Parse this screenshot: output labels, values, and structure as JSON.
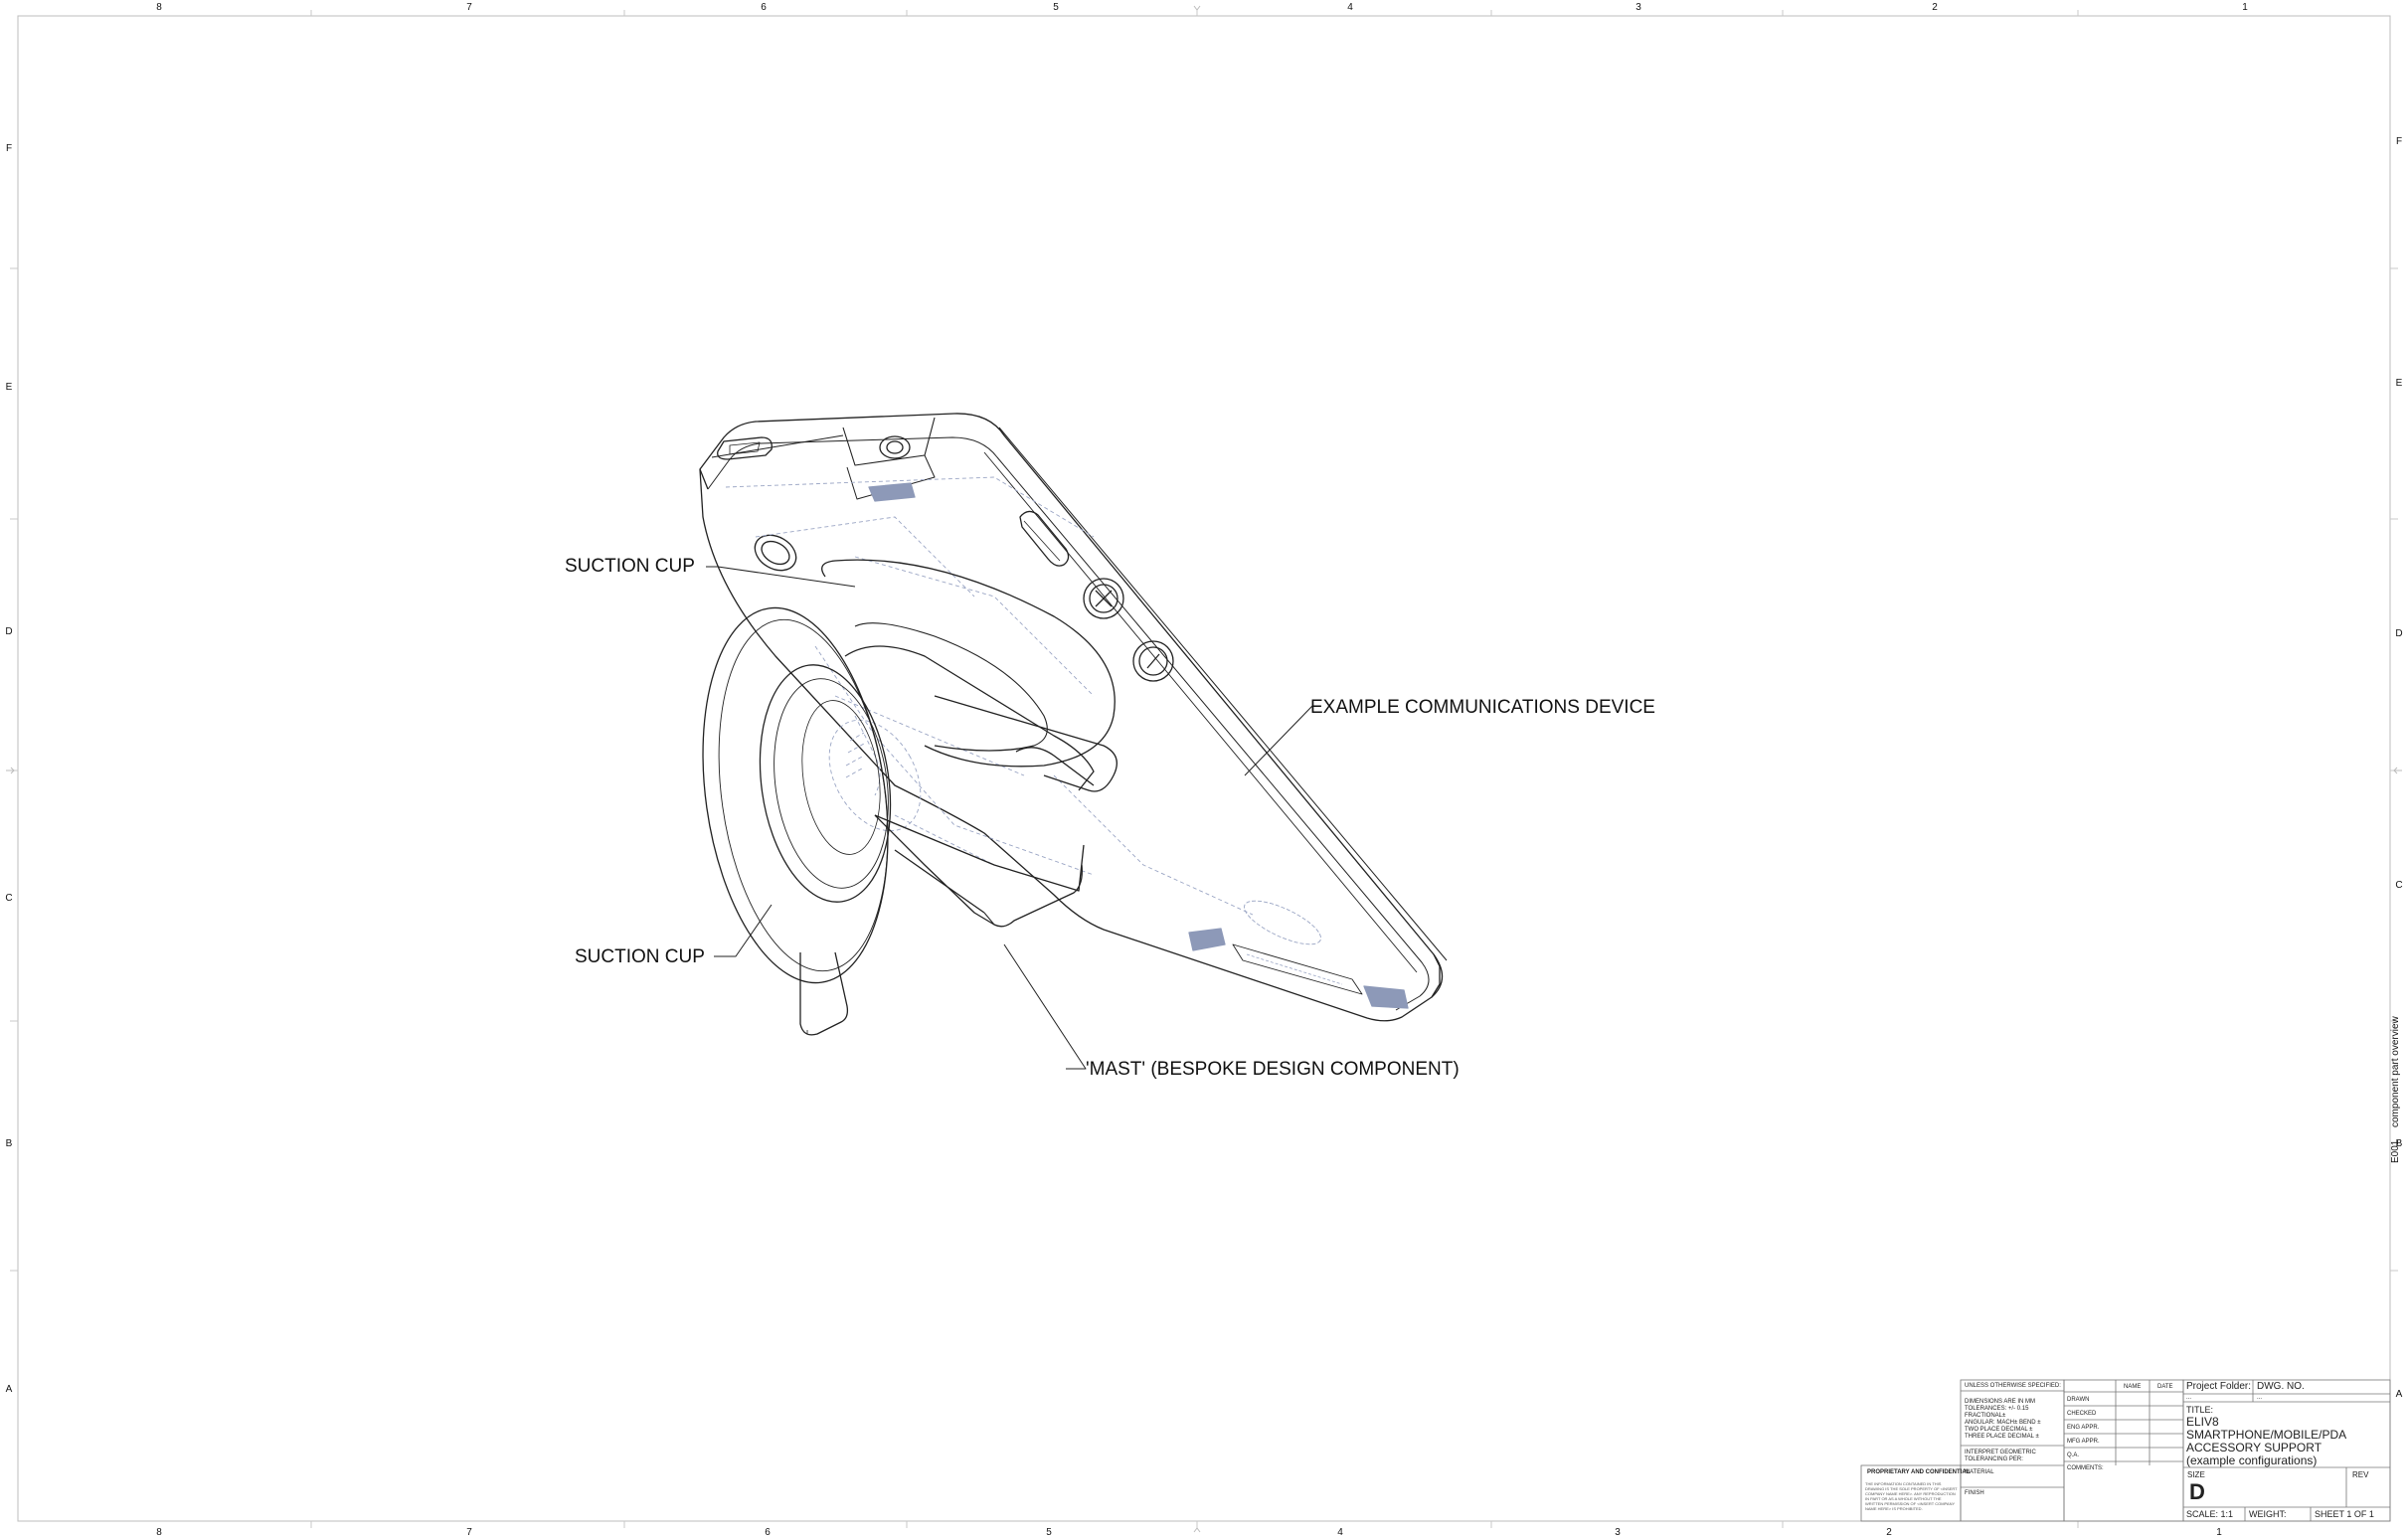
{
  "border_columns": [
    "8",
    "7",
    "6",
    "5",
    "4",
    "3",
    "2",
    "1"
  ],
  "border_rows": [
    "F",
    "E",
    "D",
    "C",
    "B",
    "A"
  ],
  "callouts": {
    "suction_cup_top": "SUCTION CUP",
    "suction_cup_bottom": "SUCTION CUP",
    "device": "EXAMPLE COMMUNICATIONS DEVICE",
    "mast": "'MAST' (BESPOKE DESIGN COMPONENT)"
  },
  "side_note": {
    "code": "E001",
    "text": "component part overview"
  },
  "title_block": {
    "unless_specified": "UNLESS OTHERWISE SPECIFIED:",
    "dimensions": "DIMENSIONS ARE IN MM",
    "tolerances": "TOLERANCES: +/- 0.15",
    "fractional": "FRACTIONAL±",
    "angular": "ANGULAR: MACH±   BEND ±",
    "two_place": "TWO PLACE DECIMAL   ±",
    "three_place": "THREE PLACE DECIMAL   ±",
    "interpret": "INTERPRET GEOMETRIC TOLERANCING PER:",
    "material": "MATERIAL",
    "finish": "FINISH",
    "proprietary": "PROPRIETARY AND CONFIDENTIAL",
    "proprietary_text": "THE INFORMATION CONTAINED IN THIS DRAWING IS THE SOLE PROPERTY OF <INSERT COMPANY NAME HERE>. ANY REPRODUCTION IN PART OR AS A WHOLE WITHOUT THE WRITTEN PERMISSION OF <INSERT COMPANY NAME HERE> IS PROHIBITED.",
    "col_name": "NAME",
    "col_date": "DATE",
    "rows": [
      "DRAWN",
      "CHECKED",
      "ENG APPR.",
      "MFG APPR.",
      "Q.A.",
      "COMMENTS:"
    ],
    "project_folder_label": "Project Folder:",
    "dwg_no_label": "DWG.  NO.",
    "project_folder_value": "...",
    "dwg_no_value": "...",
    "title_label": "TITLE:",
    "title_lines": [
      "ELIV8",
      "SMARTPHONE/MOBILE/PDA",
      "ACCESSORY SUPPORT",
      "(example configurations)"
    ],
    "size_label": "SIZE",
    "size_value": "D",
    "rev_label": "REV",
    "scale": "SCALE: 1:1",
    "weight": "WEIGHT:",
    "sheet": "SHEET 1 OF 1"
  }
}
